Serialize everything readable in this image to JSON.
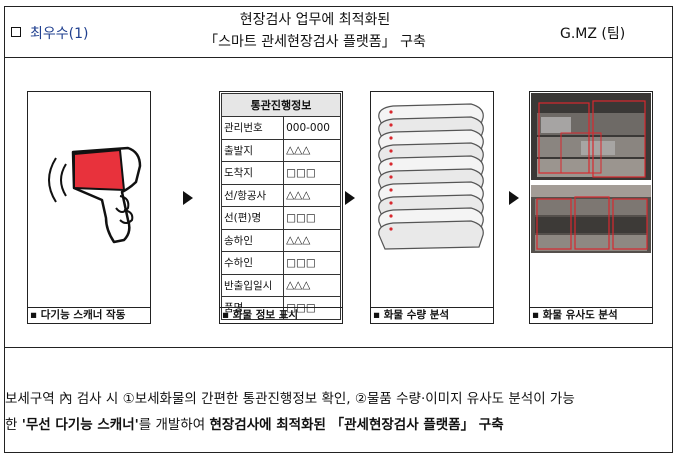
{
  "header": {
    "award": "최우수(1)",
    "title_line1": "현장검사 업무에 최적화된",
    "title_line2": "「스마트 관세현장검사 플랫폼」 구축",
    "team": "G.MZ (팀)"
  },
  "panels": [
    {
      "caption": "▪ 다기능 스캐너 작동"
    },
    {
      "caption": "▪ 화물 정보 표시"
    },
    {
      "caption": "▪ 화물 수량 분석"
    },
    {
      "caption": "▪ 화물 유사도 분석"
    }
  ],
  "info_table": {
    "title": "통관진행정보",
    "rows": [
      {
        "label": "관리번호",
        "value": "000-000"
      },
      {
        "label": "출발지",
        "value": "△△△"
      },
      {
        "label": "도착지",
        "value": "□□□"
      },
      {
        "label": "선/항공사",
        "value": "△△△"
      },
      {
        "label": "선(편)명",
        "value": "□□□"
      },
      {
        "label": "송하인",
        "value": "△△△"
      },
      {
        "label": "수하인",
        "value": "□□□"
      },
      {
        "label": "반출입일시",
        "value": "△△△"
      },
      {
        "label": "품명",
        "value": "□□□"
      }
    ]
  },
  "description": {
    "line1": "보세구역 內 검사 시 ①보세화물의 간편한 통관진행정보 확인, ②물품 수량·이미지 유사도 분석이 가능",
    "line2_a": "한 ",
    "line2_b": "'무선 다기능 스캐너'",
    "line2_c": "를 개발하여 ",
    "line2_d": "현장검사에 최적화된 「관세현장검사 플랫폼」 구축"
  },
  "colors": {
    "scanner_red": "#e8323c",
    "title_blue": "#1f3f8f",
    "box_red": "#d8282e"
  },
  "icons": {
    "scanner": "barcode-scanner-icon",
    "arrow": "triangle-right-icon",
    "sacks": "stacked-sacks-icon"
  }
}
